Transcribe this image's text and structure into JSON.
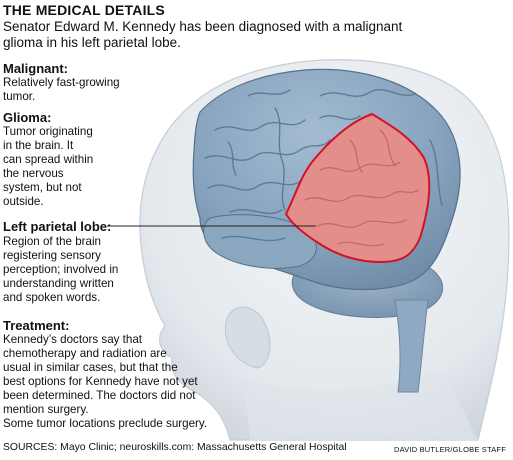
{
  "header": {
    "title": "THE MEDICAL DETAILS",
    "subtitle_lines": [
      "Senator Edward M. Kennedy has been diagnosed with a malignant",
      "glioma in his left parietal lobe."
    ]
  },
  "terms": [
    {
      "term": "Malignant:",
      "lines": [
        "Relatively fast-growing",
        "tumor."
      ]
    },
    {
      "term": "Glioma:",
      "lines": [
        "Tumor originating",
        "in the brain. It",
        "can spread within",
        "the nervous",
        "system, but not",
        "outside."
      ]
    },
    {
      "term": "Left parietal lobe:",
      "lines": [
        "Region of the brain",
        "registering sensory",
        "perception; involved in",
        "understanding written",
        "and spoken words."
      ]
    },
    {
      "term": "Treatment:",
      "lines": [
        "Kennedy’s doctors say that",
        "chemotherapy and radiation are",
        "usual in similar cases, but that the",
        "best options for Kennedy have not yet",
        "been determined. The doctors did not",
        "mention surgery.",
        "Some tumor locations preclude surgery."
      ]
    }
  ],
  "footer": {
    "sources": "SOURCES: Mayo Clinic; neuroskills.com: Massachusetts General Hospital",
    "credit": "DAVID BUTLER/GLOBE STAFF"
  },
  "colors": {
    "brain": "#7f9cb8",
    "tumor": "#e08a88",
    "tumor_outline": "#d3122a",
    "head": "#e2e7ec"
  }
}
